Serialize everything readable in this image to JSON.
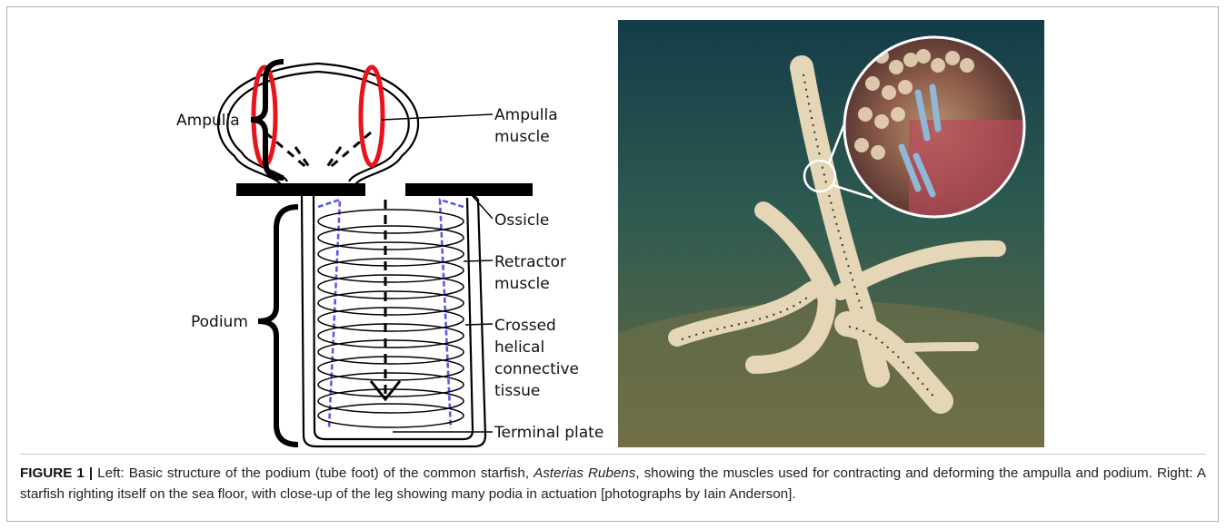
{
  "diagram": {
    "labels": {
      "ampulla": "Ampulla",
      "podium": "Podium",
      "ampulla_muscle_1": "Ampulla",
      "ampulla_muscle_2": "muscle",
      "ossicle": "Ossicle",
      "retractor_1": "Retractor",
      "retractor_2": "muscle",
      "crossed_1": "Crossed",
      "crossed_2": "helical",
      "crossed_3": "connective",
      "crossed_4": "tissue",
      "terminal_plate": "Terminal plate"
    },
    "colors": {
      "ampulla_muscle": "#e8141c",
      "helical_tissue": "#5a5ae6",
      "outline": "#000000"
    }
  },
  "photo": {
    "colors": {
      "water_top": "#143c48",
      "water_mid": "#2d5a50",
      "sand": "#6b6a44",
      "starfish": "#e4d6b6",
      "inset_red": "#b84a5a"
    }
  },
  "caption": {
    "label": "FIGURE 1",
    "separator": "|",
    "text_1": "Left: Basic structure of the podium (tube foot) of the common starfish,",
    "species": "Asterias Rubens",
    "text_2": ", showing the muscles used for contracting and deforming the ampulla and podium. Right: A starfish righting itself on the sea floor, with close-up of the leg showing many podia in actuation [photographs by Iain Anderson]."
  }
}
